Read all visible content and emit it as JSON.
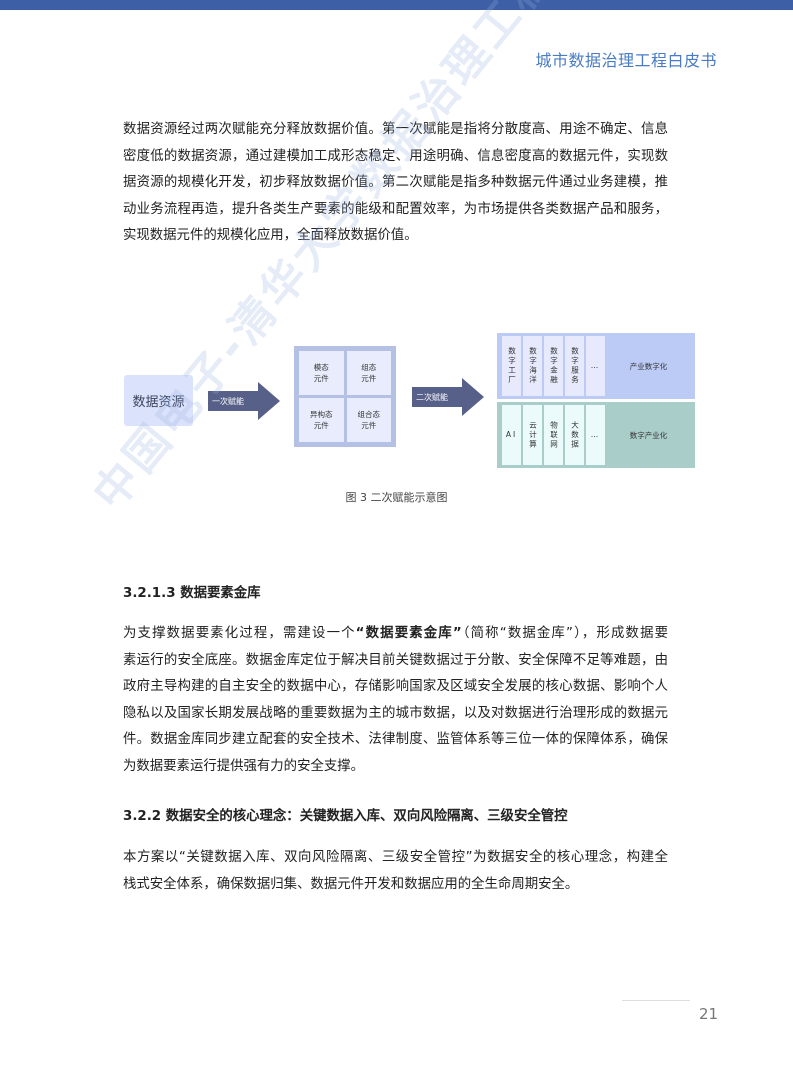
{
  "header": {
    "title": "城市数据治理工程白皮书"
  },
  "watermark": "中国电子-清华大学数据治理工程课题组",
  "para1": [
    "数据资源经过两次赋能充分释放数据价值。第一次赋能是指将分散度高、用途不确定、信息",
    "密度低的数据资源，通过建模加工成形态稳定、用途明确、信息密度高的数据元件，实现数",
    "据资源的规模化开发，初步释放数据价值。第二次赋能是指多种数据元件通过业务建模，推",
    "动业务流程再造，提升各类生产要素的能级和配置效率，为市场提供各类数据产品和服务，",
    "实现数据元件的规模化应用，全面释放数据价值。"
  ],
  "diagram": {
    "source": "数据资源",
    "arrow1": "一次赋能",
    "arrow2": "二次赋能",
    "cells": [
      "模态\n元件",
      "组态\n元件",
      "异构态\n元件",
      "组合态\n元件"
    ],
    "top_items": [
      "数字工厂",
      "数字海洋",
      "数字金融",
      "数字服务",
      "…"
    ],
    "top_label": "产业数字化",
    "bottom_items": [
      "AI",
      "云计算",
      "物联网",
      "大数据",
      "…"
    ],
    "bottom_label": "数字产业化",
    "caption": "图 3 二次赋能示意图"
  },
  "heading1": "3.2.1.3 数据要素金库",
  "para2": {
    "l1a": "为支撑数据要素化过程，需建设一个",
    "l1b": "“数据要素金库”",
    "l1c": "（简称“数据金库”），形成数据要",
    "lines": [
      "素运行的安全底座。数据金库定位于解决目前关键数据过于分散、安全保障不足等难题，由",
      "政府主导构建的自主安全的数据中心，存储影响国家及区域安全发展的核心数据、影响个人",
      "隐私以及国家长期发展战略的重要数据为主的城市数据，以及对数据进行治理形成的数据元",
      "件。数据金库同步建立配套的安全技术、法律制度、监管体系等三位一体的保障体系，确保",
      "为数据要素运行提供强有力的安全支撑。"
    ]
  },
  "heading2": "3.2.2 数据安全的核心理念：关键数据入库、双向风险隔离、三级安全管控",
  "para3": [
    "本方案以“关键数据入库、双向风险隔离、三级安全管控”为数据安全的核心理念，构建全",
    "栈式安全体系，确保数据归集、数据元件开发和数据应用的全生命周期安全。"
  ],
  "footer": {
    "page": "21"
  }
}
